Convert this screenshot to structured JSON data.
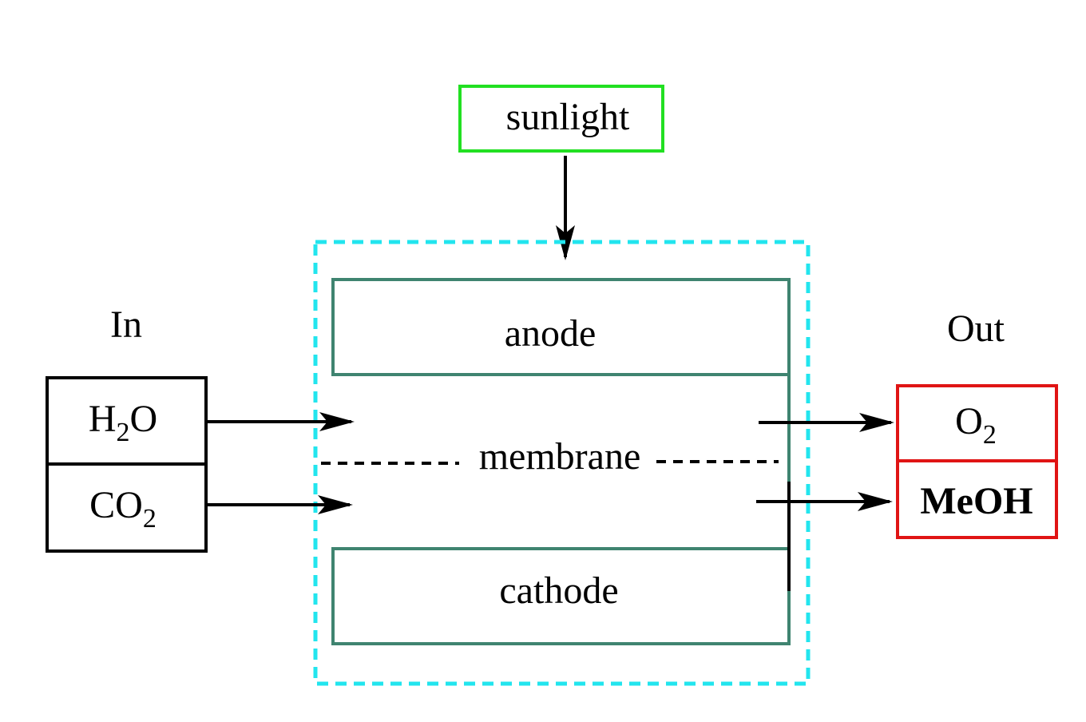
{
  "diagram": {
    "title": "",
    "input_header": "In",
    "output_header": "Out",
    "source": {
      "label": "sunlight",
      "border_color": "#22e022"
    },
    "inputs": [
      {
        "base": "H",
        "sub": "2",
        "suffix": "O"
      },
      {
        "base": "CO",
        "sub": "2",
        "suffix": ""
      }
    ],
    "outputs": [
      {
        "base": "O",
        "sub": "2",
        "suffix": "",
        "bold": false
      },
      {
        "base": "MeOH",
        "sub": "",
        "suffix": "",
        "bold": true
      }
    ],
    "cell": {
      "anode_label": "anode",
      "membrane_label": "membrane",
      "cathode_label": "cathode",
      "electrode_color": "#3f8470",
      "boundary_color": "#22e5ee"
    },
    "colors": {
      "input_border": "#000000",
      "output_border": "#e01414",
      "arrow": "#000000"
    }
  }
}
